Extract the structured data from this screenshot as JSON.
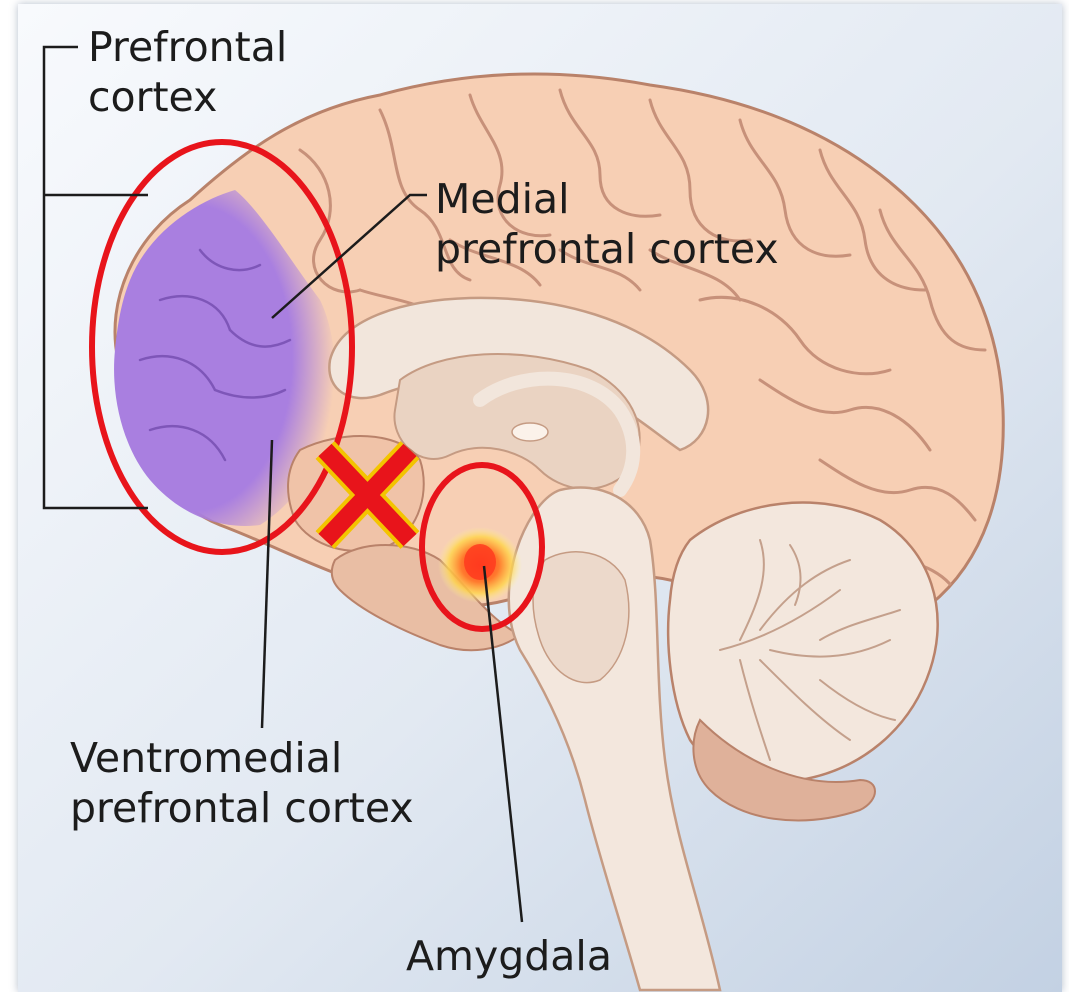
{
  "labels": {
    "prefrontal_cortex": [
      "Prefrontal",
      "cortex"
    ],
    "medial_prefrontal_cortex": [
      "Medial",
      "prefrontal cortex"
    ],
    "ventromedial_prefrontal_cortex": [
      "Ventromedial",
      "prefrontal cortex"
    ],
    "amygdala": "Amygdala"
  },
  "colors": {
    "background_top": "#f7f9fc",
    "background_bottom": "#c6d3e4",
    "cortex": "#f7cfb4",
    "cortex_outline": "#b9826a",
    "prefrontal_region": "#a97fe0",
    "inner_structures": "#f2e6dc",
    "marker_ellipse": "#e8141b",
    "cross_mark": "#e8141b",
    "cross_outline": "#f3c400",
    "amygdala_glow": "#ff6a2e"
  },
  "icons": {
    "cross": "cross-mark-icon"
  }
}
